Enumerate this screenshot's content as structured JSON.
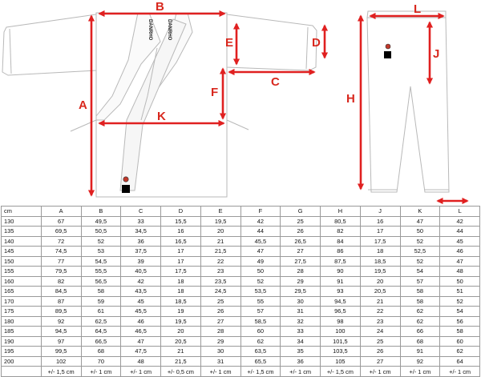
{
  "jacket": {
    "belt_text_left": "DANRHO",
    "belt_text_right": "DANRHO"
  },
  "labels": {
    "A": "A",
    "B": "B",
    "C": "C",
    "D": "D",
    "E": "E",
    "F": "F",
    "G": "G",
    "H": "H",
    "J": "J",
    "K": "K",
    "L": "L"
  },
  "colors": {
    "arrow": "#e02020",
    "outline": "#b5b5b5",
    "belt_badge": "#000000",
    "logo": "#c0392b"
  },
  "table": {
    "headers": [
      "cm",
      "A",
      "B",
      "C",
      "D",
      "E",
      "F",
      "G",
      "H",
      "J",
      "K",
      "L"
    ],
    "rows": [
      [
        "130",
        "67",
        "49,5",
        "33",
        "15,5",
        "19,5",
        "42",
        "25",
        "80,5",
        "16",
        "47",
        "42"
      ],
      [
        "135",
        "69,5",
        "50,5",
        "34,5",
        "16",
        "20",
        "44",
        "26",
        "82",
        "17",
        "50",
        "44"
      ],
      [
        "140",
        "72",
        "52",
        "36",
        "16,5",
        "21",
        "45,5",
        "26,5",
        "84",
        "17,5",
        "52",
        "45"
      ],
      [
        "145",
        "74,5",
        "53",
        "37,5",
        "17",
        "21,5",
        "47",
        "27",
        "86",
        "18",
        "52,5",
        "46"
      ],
      [
        "150",
        "77",
        "54,5",
        "39",
        "17",
        "22",
        "49",
        "27,5",
        "87,5",
        "18,5",
        "52",
        "47"
      ],
      [
        "155",
        "79,5",
        "55,5",
        "40,5",
        "17,5",
        "23",
        "50",
        "28",
        "90",
        "19,5",
        "54",
        "48"
      ],
      [
        "160",
        "82",
        "56,5",
        "42",
        "18",
        "23,5",
        "52",
        "29",
        "91",
        "20",
        "57",
        "50"
      ],
      [
        "165",
        "84,5",
        "58",
        "43,5",
        "18",
        "24,5",
        "53,5",
        "29,5",
        "93",
        "20,5",
        "58",
        "51"
      ],
      [
        "170",
        "87",
        "59",
        "45",
        "18,5",
        "25",
        "55",
        "30",
        "94,5",
        "21",
        "58",
        "52"
      ],
      [
        "175",
        "89,5",
        "61",
        "45,5",
        "19",
        "26",
        "57",
        "31",
        "96,5",
        "22",
        "62",
        "54"
      ],
      [
        "180",
        "92",
        "62,5",
        "46",
        "19,5",
        "27",
        "58,5",
        "32",
        "98",
        "23",
        "62",
        "56"
      ],
      [
        "185",
        "94,5",
        "64,5",
        "46,5",
        "20",
        "28",
        "60",
        "33",
        "100",
        "24",
        "66",
        "58"
      ],
      [
        "190",
        "97",
        "66,5",
        "47",
        "20,5",
        "29",
        "62",
        "34",
        "101,5",
        "25",
        "68",
        "60"
      ],
      [
        "195",
        "99,5",
        "68",
        "47,5",
        "21",
        "30",
        "63,5",
        "35",
        "103,5",
        "26",
        "91",
        "62"
      ],
      [
        "200",
        "102",
        "70",
        "48",
        "21,5",
        "31",
        "65,5",
        "36",
        "105",
        "27",
        "92",
        "64"
      ]
    ],
    "tolerance": [
      "",
      "+/- 1,5 cm",
      "+/- 1 cm",
      "+/- 1 cm",
      "+/- 0,5 cm",
      "+/- 1 cm",
      "+/- 1,5 cm",
      "+/- 1 cm",
      "+/- 1,5 cm",
      "+/- 1 cm",
      "+/- 1 cm",
      "+/- 1 cm"
    ]
  }
}
